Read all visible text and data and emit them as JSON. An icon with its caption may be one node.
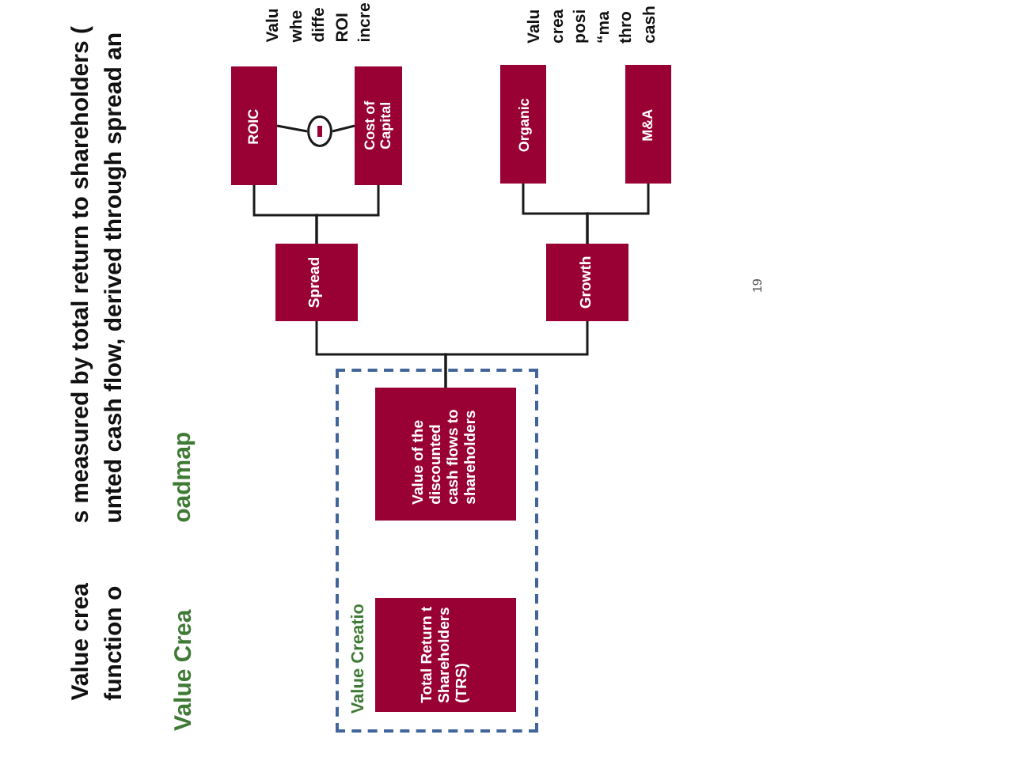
{
  "diagram": {
    "nodes": [
      {
        "text": [
          "ROIC"
        ]
      },
      {
        "text": [],
        "shape": "circle"
      },
      {
        "text": [
          "Cost of Capital"
        ]
      },
      {
        "text": [
          "Organic"
        ]
      },
      {
        "text": [
          "M&A"
        ]
      },
      {
        "text": [
          "Spread"
        ]
      },
      {
        "text": [
          "Growth"
        ]
      },
      {
        "text": [
          "Value Creatio"
        ]
      },
      {
        "text": [
          "Value of the discounted cash flows to shareholders"
        ],
        "in": 7
      },
      {
        "text": [
          "Total Return t Shareholders (TRS)"
        ],
        "in": 7
      }
    ],
    "edges": [
      {
        "from": 0,
        "to": 1,
        "arrow": "none"
      },
      {
        "from": 1,
        "to": 2,
        "arrow": "none"
      },
      {
        "from": 0,
        "to": 5,
        "arrow": "none"
      },
      {
        "from": 2,
        "to": 5,
        "arrow": "none"
      },
      {
        "from": 3,
        "to": 6,
        "arrow": "none"
      },
      {
        "from": 4,
        "to": 6,
        "arrow": "none"
      },
      {
        "from": 5,
        "to": 8,
        "arrow": "none"
      },
      {
        "from": 6,
        "to": 8,
        "arrow": "none"
      }
    ],
    "labels": [
      "Value crea",
      "s measured by total return to shareholders (",
      "function o",
      "unted cash flow, derived through spread an",
      "Value Crea",
      "oadmap",
      "Valu whe diffe ROI incre",
      "Valu crea posi “ma thro cash",
      "19"
    ]
  }
}
